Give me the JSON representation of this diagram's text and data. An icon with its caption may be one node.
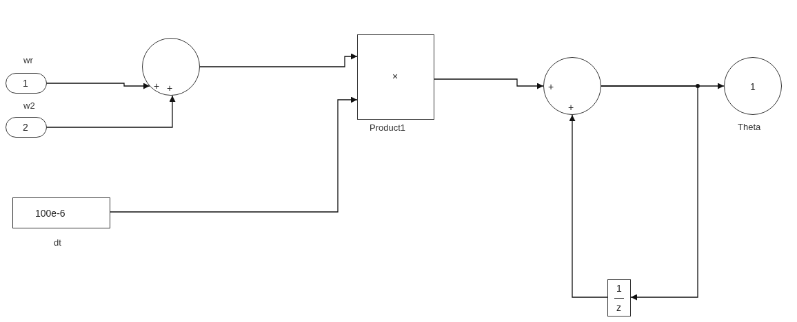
{
  "diagram": {
    "nodes": [
      {
        "text": [
          "1"
        ],
        "beside": [
          "wr"
        ]
      },
      {
        "text": [
          "2"
        ],
        "beside": [
          "w2"
        ]
      },
      {
        "text": [
          "+",
          "+"
        ]
      },
      {
        "text": [
          "100e-6"
        ],
        "beside": [
          "dt"
        ]
      },
      {
        "text": [
          "×"
        ],
        "beside": [
          "Product1"
        ]
      },
      {
        "text": [
          "+",
          "+"
        ]
      },
      {
        "text": [
          "1"
        ],
        "beside": [
          "Theta"
        ]
      },
      {
        "text": [
          "1",
          "z"
        ]
      }
    ],
    "edges": [
      {
        "from": 0,
        "to": 2,
        "arrow": "to"
      },
      {
        "from": 1,
        "to": 2,
        "arrow": "to"
      },
      {
        "from": 2,
        "to": 4,
        "arrow": "to"
      },
      {
        "from": 3,
        "to": 4,
        "arrow": "to"
      },
      {
        "from": 4,
        "to": 5,
        "arrow": "to"
      },
      {
        "from": 5,
        "to": 6,
        "arrow": "to"
      },
      {
        "from": 5,
        "to": 7,
        "arrow": "to"
      },
      {
        "from": 7,
        "to": 5,
        "arrow": "to"
      }
    ]
  }
}
